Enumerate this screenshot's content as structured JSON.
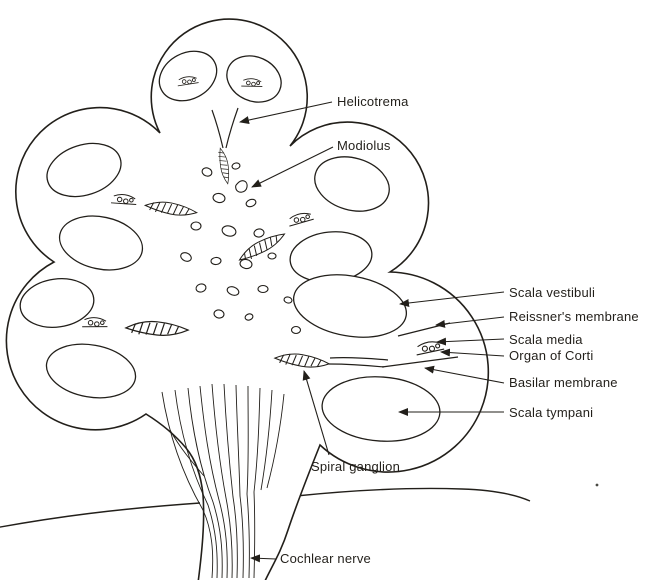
{
  "figure": {
    "background_color": "#ffffff",
    "ink_color": "#221f1a",
    "labels": [
      {
        "id": "helicotrema",
        "text": "Helicotrema"
      },
      {
        "id": "modiolus",
        "text": "Modiolus"
      },
      {
        "id": "scala-vestibuli",
        "text": "Scala vestibuli"
      },
      {
        "id": "reissners-membrane",
        "text": "Reissner's membrane"
      },
      {
        "id": "scala-media",
        "text": "Scala media"
      },
      {
        "id": "organ-of-corti",
        "text": "Organ of Corti"
      },
      {
        "id": "basilar-membrane",
        "text": "Basilar membrane"
      },
      {
        "id": "scala-tympani",
        "text": "Scala tympani"
      },
      {
        "id": "spiral-ganglion",
        "text": "Spiral ganglion"
      },
      {
        "id": "cochlear-nerve",
        "text": "Cochlear nerve"
      }
    ]
  }
}
